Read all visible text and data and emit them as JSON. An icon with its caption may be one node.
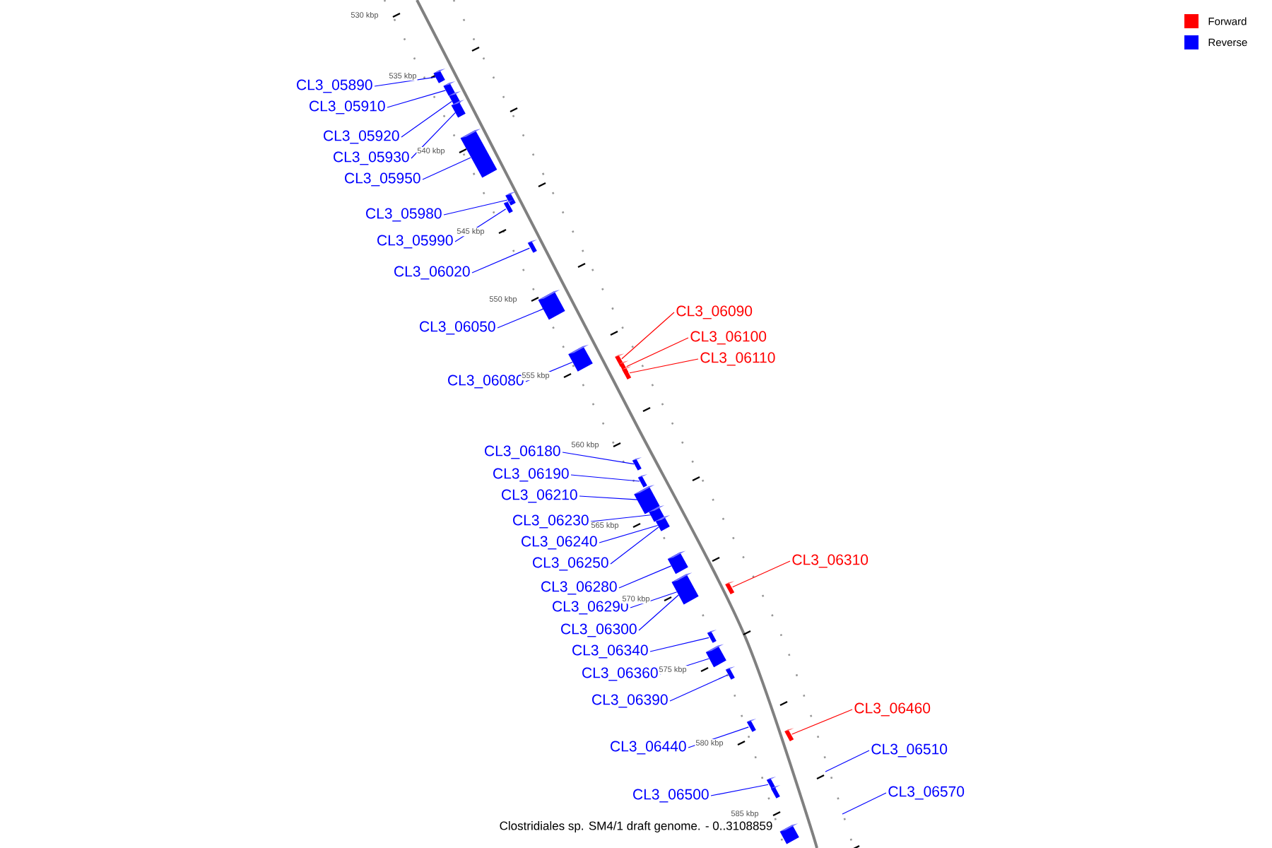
{
  "diagram": {
    "caption": "Clostridiales sp. SM4/1 draft genome. - 0..3108859",
    "nodes": [
      {
        "text": [
          "CL3_05890"
        ]
      },
      {
        "text": [
          "CL3_05910"
        ]
      },
      {
        "text": [
          "CL3_05920"
        ]
      },
      {
        "text": [
          "CL3_05930"
        ]
      },
      {
        "text": [
          "CL3_05950"
        ]
      },
      {
        "text": [
          "CL3_05980"
        ]
      },
      {
        "text": [
          "CL3_05990"
        ]
      },
      {
        "text": [
          "CL3_06020"
        ]
      },
      {
        "text": [
          "CL3_06050"
        ]
      },
      {
        "text": [
          "CL3_06080"
        ]
      },
      {
        "text": [
          "CL3_06090"
        ]
      },
      {
        "text": [
          "CL3_06100"
        ]
      },
      {
        "text": [
          "CL3_06110"
        ]
      },
      {
        "text": [
          "CL3_06180"
        ]
      },
      {
        "text": [
          "CL3_06190"
        ]
      },
      {
        "text": [
          "CL3_06210"
        ]
      },
      {
        "text": [
          "CL3_06230"
        ]
      },
      {
        "text": [
          "CL3_06240"
        ]
      },
      {
        "text": [
          "CL3_06250"
        ]
      },
      {
        "text": [
          "CL3_06280"
        ]
      },
      {
        "text": [
          "CL3_06290"
        ]
      },
      {
        "text": [
          "CL3_06300"
        ]
      },
      {
        "text": [
          "CL3_06340"
        ]
      },
      {
        "text": [
          "CL3_06360"
        ]
      },
      {
        "text": [
          "CL3_06390"
        ]
      },
      {
        "text": [
          "CL3_06310"
        ]
      },
      {
        "text": [
          "CL3_06440"
        ]
      },
      {
        "text": [
          "CL3_06500"
        ]
      },
      {
        "text": [
          "CL3_06460"
        ]
      },
      {
        "text": [
          "CL3_06510"
        ]
      },
      {
        "text": [
          "CL3_06570"
        ]
      },
      {
        "text": [],
        "shape": "box"
      },
      {
        "text": [],
        "shape": "box"
      },
      {
        "text": [],
        "shape": "box"
      },
      {
        "text": [],
        "shape": "box"
      },
      {
        "text": [],
        "shape": "box"
      },
      {
        "text": [],
        "shape": "box"
      },
      {
        "text": [],
        "shape": "box"
      },
      {
        "text": [],
        "shape": "box"
      },
      {
        "text": [],
        "shape": "box"
      },
      {
        "text": [],
        "shape": "box"
      },
      {
        "text": [],
        "shape": "box"
      },
      {
        "text": [],
        "shape": "box"
      },
      {
        "text": [],
        "shape": "box"
      },
      {
        "text": [],
        "shape": "box"
      },
      {
        "text": [],
        "shape": "box"
      },
      {
        "text": [],
        "shape": "box"
      },
      {
        "text": [],
        "shape": "box"
      },
      {
        "text": [],
        "shape": "box"
      },
      {
        "text": [],
        "shape": "box"
      },
      {
        "text": [],
        "shape": "box"
      },
      {
        "text": [],
        "shape": "box"
      },
      {
        "text": [],
        "shape": "box"
      },
      {
        "text": [],
        "shape": "box"
      },
      {
        "text": [],
        "shape": "box"
      },
      {
        "text": [],
        "shape": "box"
      },
      {
        "text": [],
        "shape": "box"
      },
      {
        "text": [],
        "shape": "box"
      },
      {
        "text": [],
        "shape": "box"
      },
      {
        "text": [],
        "shape": "box"
      }
    ],
    "edges": [
      {
        "from": 0,
        "to": 31,
        "arrow": "none"
      },
      {
        "from": 1,
        "to": 32,
        "arrow": "none"
      },
      {
        "from": 2,
        "to": 33,
        "arrow": "none"
      },
      {
        "from": 3,
        "to": 34,
        "arrow": "none"
      },
      {
        "from": 4,
        "to": 35,
        "arrow": "none"
      },
      {
        "from": 5,
        "to": 36,
        "arrow": "none"
      },
      {
        "from": 6,
        "to": 37,
        "arrow": "none"
      },
      {
        "from": 7,
        "to": 38,
        "arrow": "none"
      },
      {
        "from": 8,
        "to": 39,
        "arrow": "none"
      },
      {
        "from": 9,
        "to": 40,
        "arrow": "none"
      },
      {
        "from": 10,
        "to": 41,
        "arrow": "none",
        "color": "#ff0000"
      },
      {
        "from": 11,
        "to": 42,
        "arrow": "none",
        "color": "#ff0000"
      },
      {
        "from": 12,
        "to": 43,
        "arrow": "none",
        "color": "#ff0000"
      },
      {
        "from": 13,
        "to": 44,
        "arrow": "none"
      },
      {
        "from": 14,
        "to": 45,
        "arrow": "none"
      },
      {
        "from": 15,
        "to": 46,
        "arrow": "none"
      },
      {
        "from": 16,
        "to": 47,
        "arrow": "none"
      },
      {
        "from": 17,
        "to": 48,
        "arrow": "none"
      },
      {
        "from": 18,
        "to": 48,
        "arrow": "none"
      },
      {
        "from": 19,
        "to": 49,
        "arrow": "none"
      },
      {
        "from": 20,
        "to": 50,
        "arrow": "none"
      },
      {
        "from": 21,
        "to": 50,
        "arrow": "none"
      },
      {
        "from": 22,
        "to": 52,
        "arrow": "none"
      },
      {
        "from": 23,
        "to": 53,
        "arrow": "none"
      },
      {
        "from": 24,
        "to": 54,
        "arrow": "none"
      },
      {
        "from": 25,
        "to": 51,
        "arrow": "none",
        "color": "#ff0000"
      },
      {
        "from": 26,
        "to": 55,
        "arrow": "none"
      },
      {
        "from": 27,
        "to": 57,
        "arrow": "none"
      },
      {
        "from": 28,
        "to": 56,
        "arrow": "none",
        "color": "#ff0000"
      },
      {
        "from": 29,
        "to": null,
        "arrow": "none"
      },
      {
        "from": 30,
        "to": null,
        "arrow": "none"
      }
    ],
    "labels": [
      "530 kbp",
      "535 kbp",
      "540 kbp",
      "545 kbp",
      "550 kbp",
      "555 kbp",
      "560 kbp",
      "565 kbp",
      "570 kbp",
      "575 kbp",
      "580 kbp",
      "585 kbp"
    ],
    "legend": [
      {
        "text": "Forward",
        "color": "#ff0000"
      },
      {
        "text": "Reverse",
        "color": "#0000ff"
      }
    ]
  }
}
